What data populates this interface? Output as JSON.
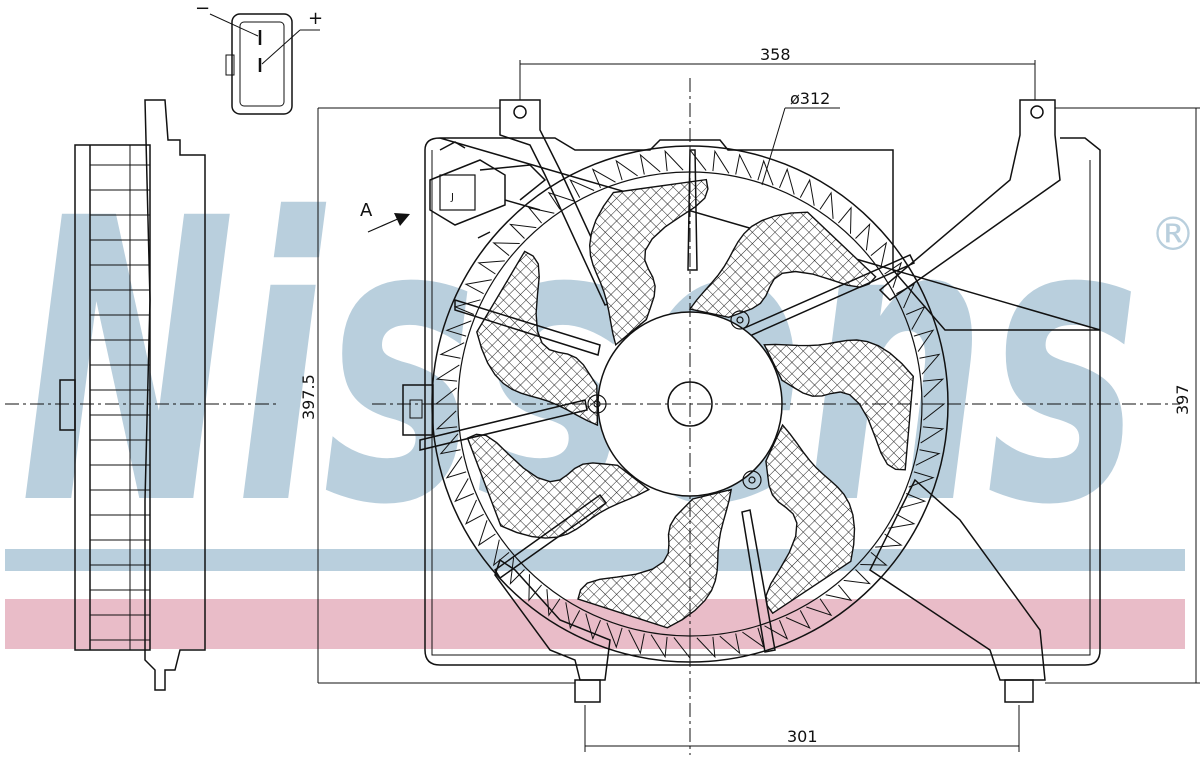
{
  "watermark": {
    "brand": "Nissens",
    "registered_mark": "®",
    "colors": {
      "text": "#b9cfdd",
      "band_blue": "#b9cfdd",
      "band_pink": "#e9bcc8"
    }
  },
  "connector": {
    "minus": "−",
    "plus": "+"
  },
  "dimensions": {
    "top_width": "358",
    "bottom_width": "301",
    "left_height": "397.5",
    "right_height": "397",
    "fan_diameter": "ø312"
  },
  "view_label": "A",
  "colors": {
    "line": "#111111",
    "hatch": "#222222"
  }
}
